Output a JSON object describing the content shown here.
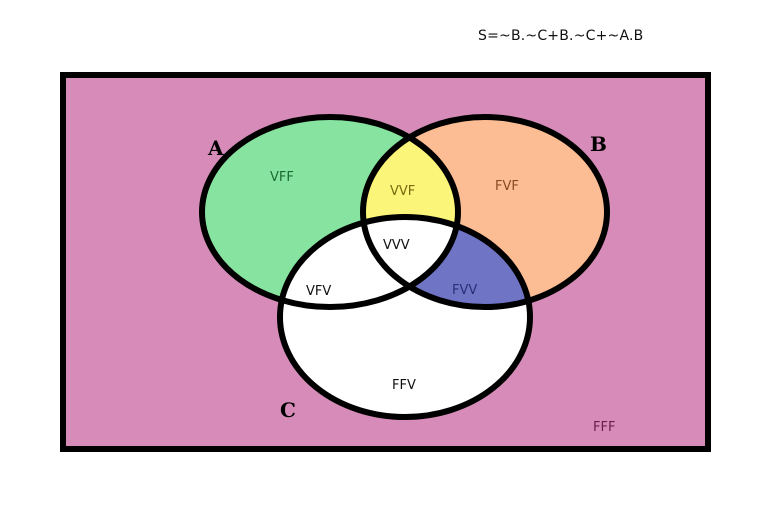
{
  "formula": "S=~B.~C+B.~C+~A.B",
  "sets": {
    "a": "A",
    "b": "B",
    "c": "C"
  },
  "regions": {
    "a_only": "VFF",
    "a_and_b": "VVF",
    "b_only": "FVF",
    "a_and_c": "VFV",
    "all_three": "VVV",
    "b_and_c": "FVV",
    "c_only": "FFV",
    "none": "FFF"
  },
  "colors": {
    "universe": "#d68bb8",
    "a_only": "#86e4a0",
    "a_and_b": "#fbf57a",
    "b_only": "#fdbd94",
    "b_and_c": "#6f74c4",
    "c_regions": "#ffffff",
    "outline": "#000000"
  }
}
